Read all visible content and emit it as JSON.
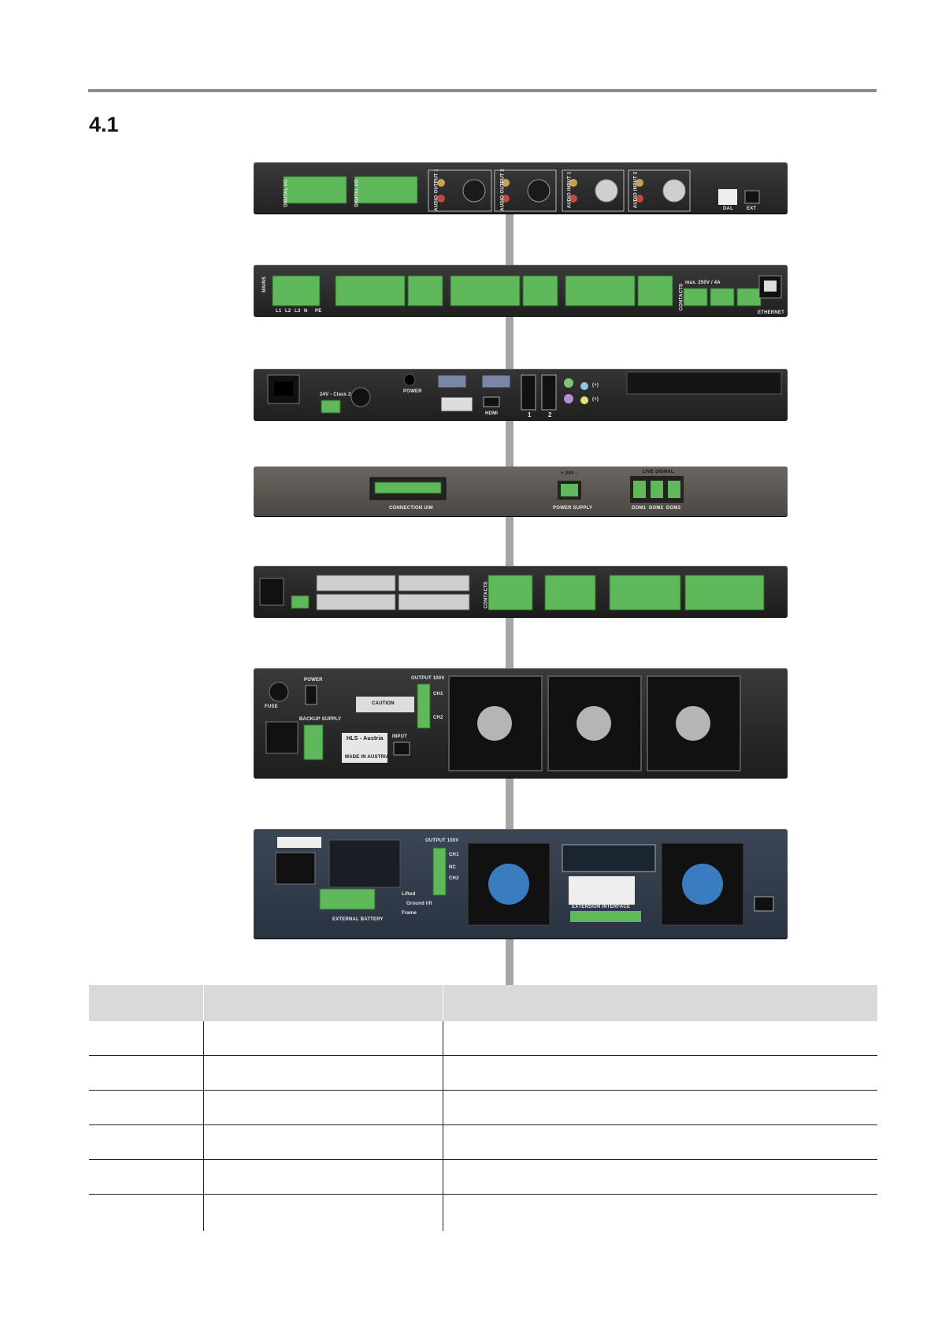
{
  "section": {
    "number": "4.1"
  },
  "devices": [
    {
      "id": "dev1",
      "labels": [
        "DIGITAL I/O",
        "DIGITAL I/O",
        "AUDIO OUTPUT 1",
        "AUDIO OUTPUT 2",
        "AUDIO INPUT 1",
        "AUDIO INPUT 2",
        "DAL",
        "EXT"
      ]
    },
    {
      "id": "dev2",
      "labels": [
        "MAINS",
        "L1",
        "L2",
        "L3",
        "N",
        "PE",
        "max. 250V / 4A",
        "CONTACTS",
        "ETHERNET"
      ]
    },
    {
      "id": "dev3",
      "labels": [
        "24V - Class 2",
        "POWER",
        "HDMI",
        "1",
        "2",
        "(+)",
        "(+)"
      ]
    },
    {
      "id": "dev4",
      "labels": [
        "CONNECTION UIM",
        "+ 24V -",
        "POWER SUPPLY",
        "LIVE SIGNAL",
        "DOM1",
        "DOM2",
        "DOM3"
      ]
    },
    {
      "id": "dev5",
      "labels": [
        "CONTACTS"
      ]
    },
    {
      "id": "dev6",
      "labels": [
        "POWER",
        "FUSE",
        "BACKUP SUPPLY",
        "OUTPUT 100V",
        "CAUTION",
        "HLS - Austria",
        "INPUT",
        "MADE IN AUSTRIA",
        "CH1",
        "CH2"
      ]
    },
    {
      "id": "dev7",
      "labels": [
        "OUTPUT 100V",
        "CH1",
        "NC",
        "CH2",
        "EXTENSION INTERFACE",
        "EXTERNAL BATTERY",
        "Lifted",
        "Ground lift",
        "Frame"
      ]
    }
  ],
  "table": {
    "columns": [
      "",
      "",
      ""
    ],
    "rows": [
      [
        "",
        "",
        ""
      ],
      [
        "",
        "",
        ""
      ],
      [
        "",
        "",
        ""
      ],
      [
        "",
        "",
        ""
      ],
      [
        "",
        "",
        ""
      ],
      [
        "",
        "",
        ""
      ]
    ]
  },
  "colors": {
    "rule": "#8c8c8c",
    "header": "#d9d9d9",
    "terminal": "#5fb85a",
    "chassis": "#2b2b2b"
  }
}
